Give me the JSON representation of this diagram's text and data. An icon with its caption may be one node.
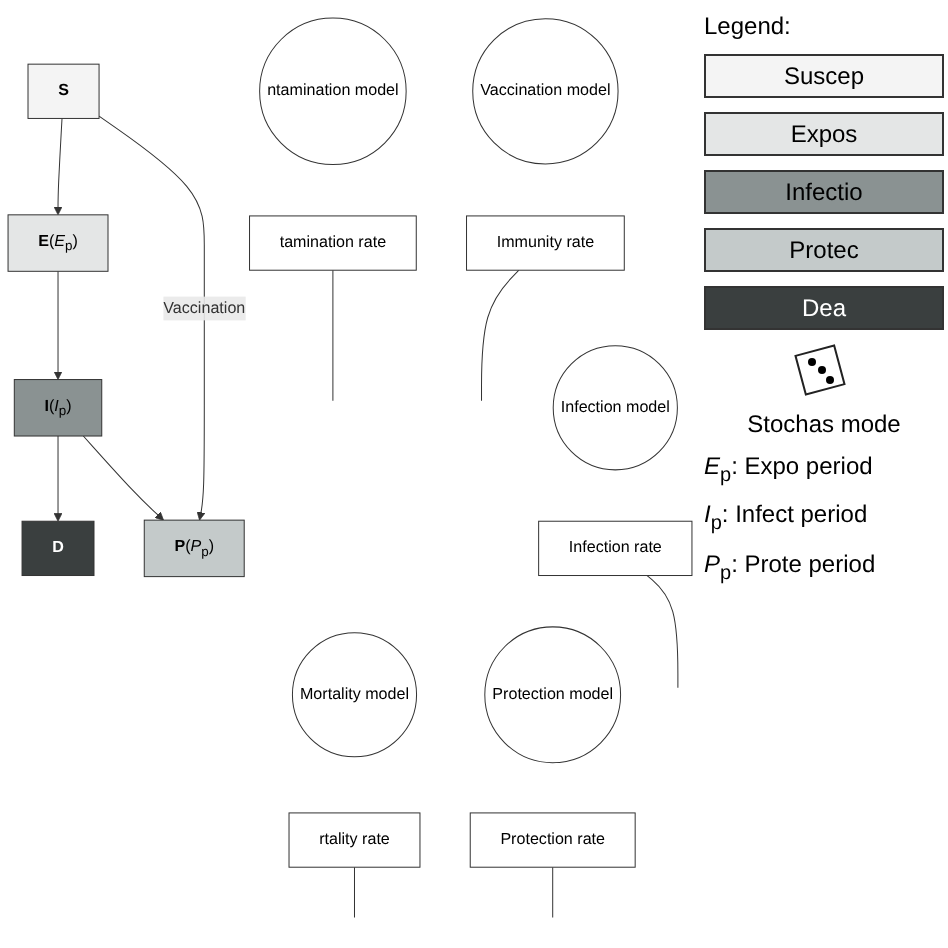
{
  "diagram": {
    "nodes": [
      {
        "text": [
          "**S**"
        ]
      },
      {
        "text": [
          "**E**(*E*$_{p}$)"
        ]
      },
      {
        "text": [
          "**I**(*I*$_{p}$)"
        ]
      },
      {
        "text": [
          "**D**"
        ]
      },
      {
        "text": [
          "**P**(*P*$_{p}$)"
        ]
      },
      {
        "text": [
          "ntamination model"
        ]
      },
      {
        "text": [
          "tamination rate"
        ]
      },
      {
        "text": [
          "Vaccination model"
        ]
      },
      {
        "text": [
          "Immunity rate"
        ]
      },
      {
        "text": [
          "Infection model"
        ]
      },
      {
        "text": [
          "Infection rate"
        ]
      },
      {
        "text": [
          "Mortality model"
        ]
      },
      {
        "text": [
          "rtality rate"
        ]
      },
      {
        "text": [
          "Protection model"
        ]
      },
      {
        "text": [
          "Protection rate"
        ]
      }
    ],
    "edges": [
      {
        "from": 0,
        "to": 1,
        "arrow": "to"
      },
      {
        "from": 1,
        "to": 2,
        "arrow": "to"
      },
      {
        "from": 2,
        "to": 3,
        "arrow": "to"
      },
      {
        "from": 2,
        "to": 4,
        "arrow": "to"
      },
      {
        "from": 0,
        "to": 4,
        "arrow": "to",
        "label": "Vaccination"
      },
      {
        "from": 6,
        "to": null,
        "arrow": "none"
      },
      {
        "from": 8,
        "to": null,
        "arrow": "none"
      },
      {
        "from": 10,
        "to": null,
        "arrow": "none"
      },
      {
        "from": 12,
        "to": null,
        "arrow": "none"
      },
      {
        "from": 14,
        "to": null,
        "arrow": "none"
      }
    ],
    "labels": [
      "Legend:",
      "*E*$_{p}$: Expo period",
      "*I*$_{p}$: Infect period",
      "*P*$_{p}$: Prote period"
    ],
    "legend": [
      {
        "text": "Suscep",
        "color": "#f4f4f4"
      },
      {
        "text": "Expos",
        "color": "#e4e6e6"
      },
      {
        "text": "Infectio",
        "color": "#8a9292"
      },
      {
        "text": "Protec",
        "color": "#c4caca"
      },
      {
        "text": "Dea",
        "color": "#3a3f3f"
      },
      {
        "text": "Stochas mode"
      }
    ]
  }
}
